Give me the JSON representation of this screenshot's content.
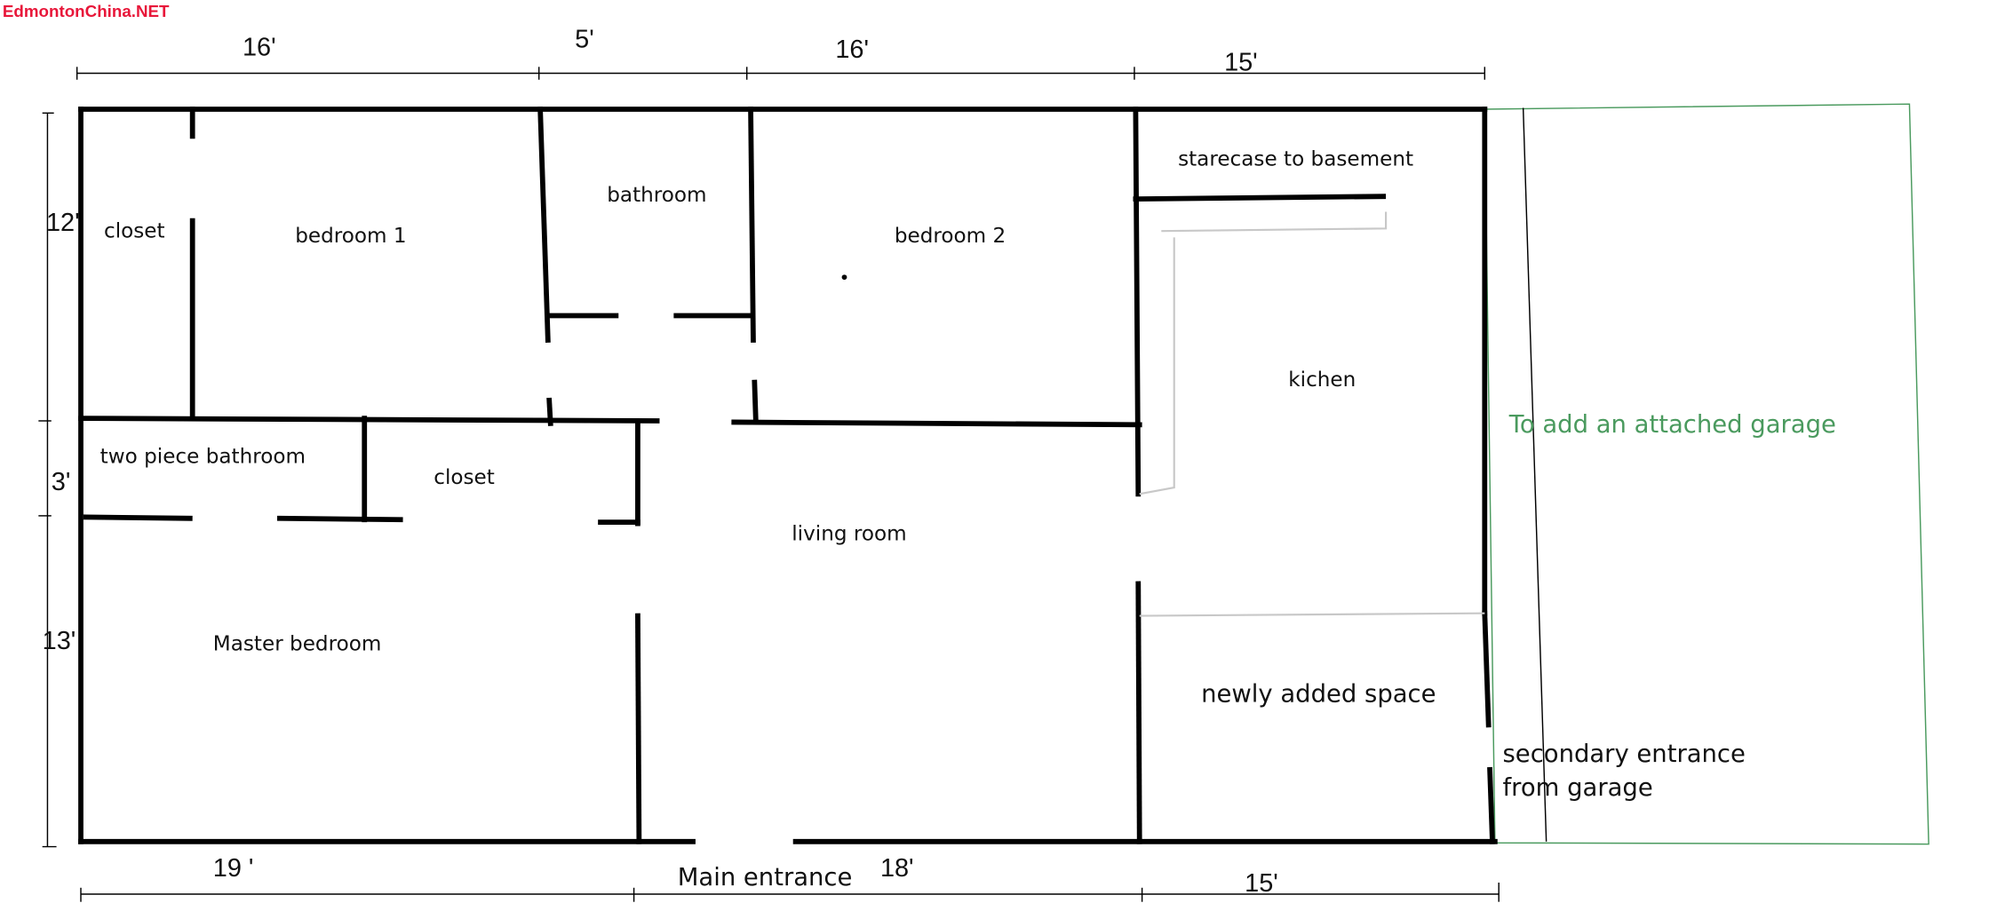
{
  "watermark": "EdmontonChina.NET",
  "colors": {
    "garage": "#4a9a5e",
    "watermark": "#e8173a",
    "wall": "#000000"
  },
  "dimensions": {
    "top": [
      "16'",
      "5'",
      "16'",
      "15'"
    ],
    "left": [
      "12'",
      "3'",
      "13'"
    ],
    "bottom": [
      "19 '",
      "18'",
      "15'"
    ]
  },
  "rooms": {
    "closet_top": "closet",
    "bedroom1": "bedroom 1",
    "bathroom": "bathroom",
    "bedroom2": "bedroom 2",
    "staircase": "starecase to basement",
    "kitchen": "kichen",
    "two_piece_bathroom": "two piece bathroom",
    "closet_mid": "closet",
    "living_room": "living room",
    "master_bedroom": "Master bedroom",
    "newly_added": "newly added space"
  },
  "annotations": {
    "garage": "To add an attached garage",
    "secondary_entrance_line1": "secondary entrance",
    "secondary_entrance_line2": "from garage",
    "main_entrance": "Main entrance"
  }
}
